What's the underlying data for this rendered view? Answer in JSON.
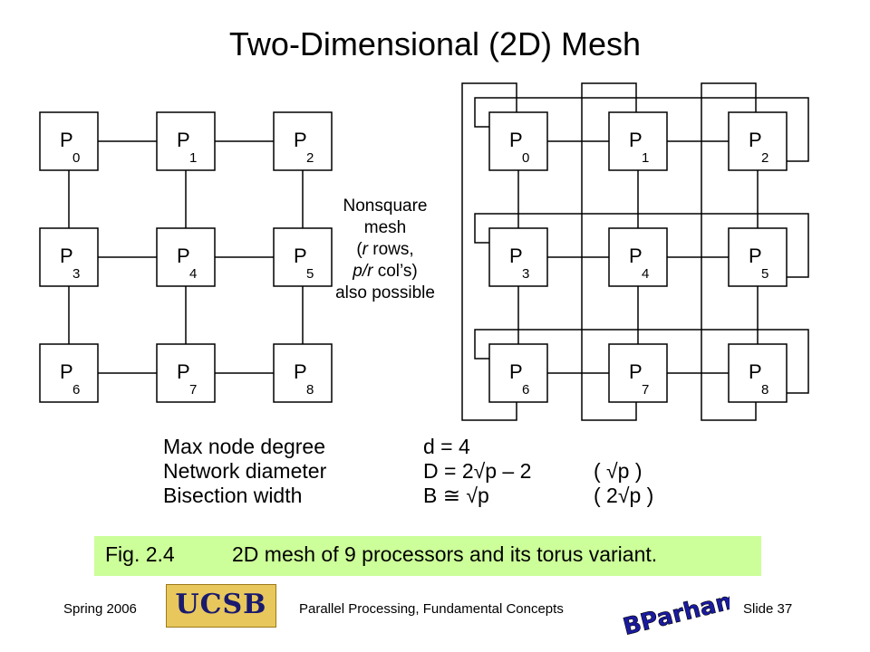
{
  "title": "Two-Dimensional (2D) Mesh",
  "mesh": {
    "node_prefix": "P",
    "nodes": [
      {
        "letter": "P",
        "index": "0"
      },
      {
        "letter": "P",
        "index": "1"
      },
      {
        "letter": "P",
        "index": "2"
      },
      {
        "letter": "P",
        "index": "3"
      },
      {
        "letter": "P",
        "index": "4"
      },
      {
        "letter": "P",
        "index": "5"
      },
      {
        "letter": "P",
        "index": "6"
      },
      {
        "letter": "P",
        "index": "7"
      },
      {
        "letter": "P",
        "index": "8"
      }
    ],
    "rows": 3,
    "cols": 3
  },
  "note": {
    "line1": "Nonsquare",
    "line2": "mesh",
    "line3_italic": "r",
    "line3_rest": " rows,",
    "line4_italic": "p/r",
    "line4_rest": " col’s)",
    "line5": "also possible",
    "open_paren": "("
  },
  "metrics": [
    {
      "label": "Max node degree",
      "value": "d = 4",
      "torus": ""
    },
    {
      "label": "Network diameter",
      "value": "D = 2√p – 2",
      "torus": "( √p )"
    },
    {
      "label": "Bisection width",
      "value": "B ≅ √p",
      "torus": "( 2√p )"
    }
  ],
  "caption": {
    "fig": "Fig. 2.4",
    "text": "2D mesh of 9 processors and its torus variant."
  },
  "footer": {
    "left": "Spring 2006",
    "center": "Parallel Processing, Fundamental Concepts",
    "right": "Slide 37"
  },
  "logos": {
    "ucsb": "UCSB",
    "right": "BParhami"
  },
  "colors": {
    "caption_bg": "#ccff99",
    "ucsb_gold": "#e8c85c",
    "ucsb_blue": "#1a1a6e",
    "bparhami_blue": "#1a1aa0"
  }
}
